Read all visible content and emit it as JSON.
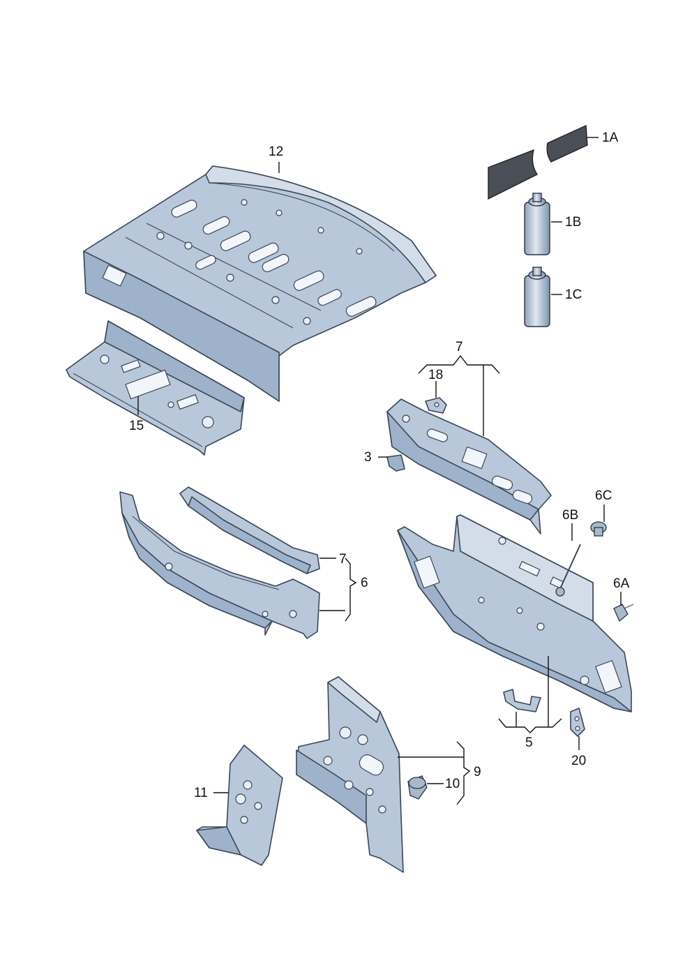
{
  "callouts": {
    "c12": "12",
    "c1A": "1A",
    "c1B": "1B",
    "c1C": "1C",
    "c7top": "7",
    "c18": "18",
    "c15": "15",
    "c3": "3",
    "c6C": "6C",
    "c6B": "6B",
    "c7mid": "7",
    "c6": "6",
    "c6A": "6A",
    "c5": "5",
    "c20": "20",
    "c11": "11",
    "c10": "10",
    "c9": "9"
  },
  "colors": {
    "panel": "#b8c7da",
    "panel_shade": "#9eb2cb",
    "panel_light": "#d3dde9",
    "outline": "#3a4654",
    "strip": "#4a4f57"
  }
}
